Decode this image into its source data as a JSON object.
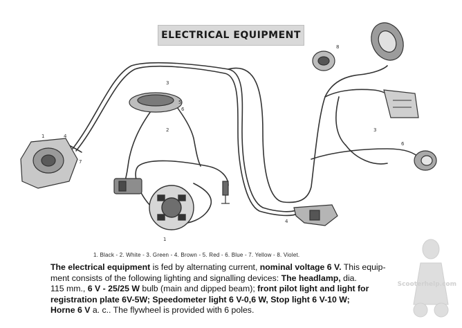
{
  "title": "ELECTRICAL EQUIPMENT",
  "legend": "1. Black - 2. White - 3. Green - 4. Brown - 5. Red - 6. Blue - 7. Yellow - 8. Violet.",
  "description": {
    "l1a": "The electrical equipment",
    "l1b": " is fed by alternating current, ",
    "l1c": "nominal voltage 6 V.",
    "l1d": " This equip-",
    "l2a": "ment consists of the following lighting and signalling devices: ",
    "l2b": "The headlamp,",
    "l2c": " dia.",
    "l3a": "115 mm., ",
    "l3b": "6 V - 25/25 W",
    "l3c": " bulb (main and dipped beam); ",
    "l3d": "front pilot light and light for",
    "l4a": "registration plate 6V-5W; Speedometer light 6 V-0,6 W, Stop light 6 V-10 W;",
    "l5a": "Horne 6 V",
    "l5b": " a. c.. The flywheel is provided with 6 poles."
  },
  "watermark": "Scooterhelp.com",
  "callouts": [
    "1",
    "2",
    "3",
    "4",
    "5",
    "6",
    "7",
    "8"
  ]
}
